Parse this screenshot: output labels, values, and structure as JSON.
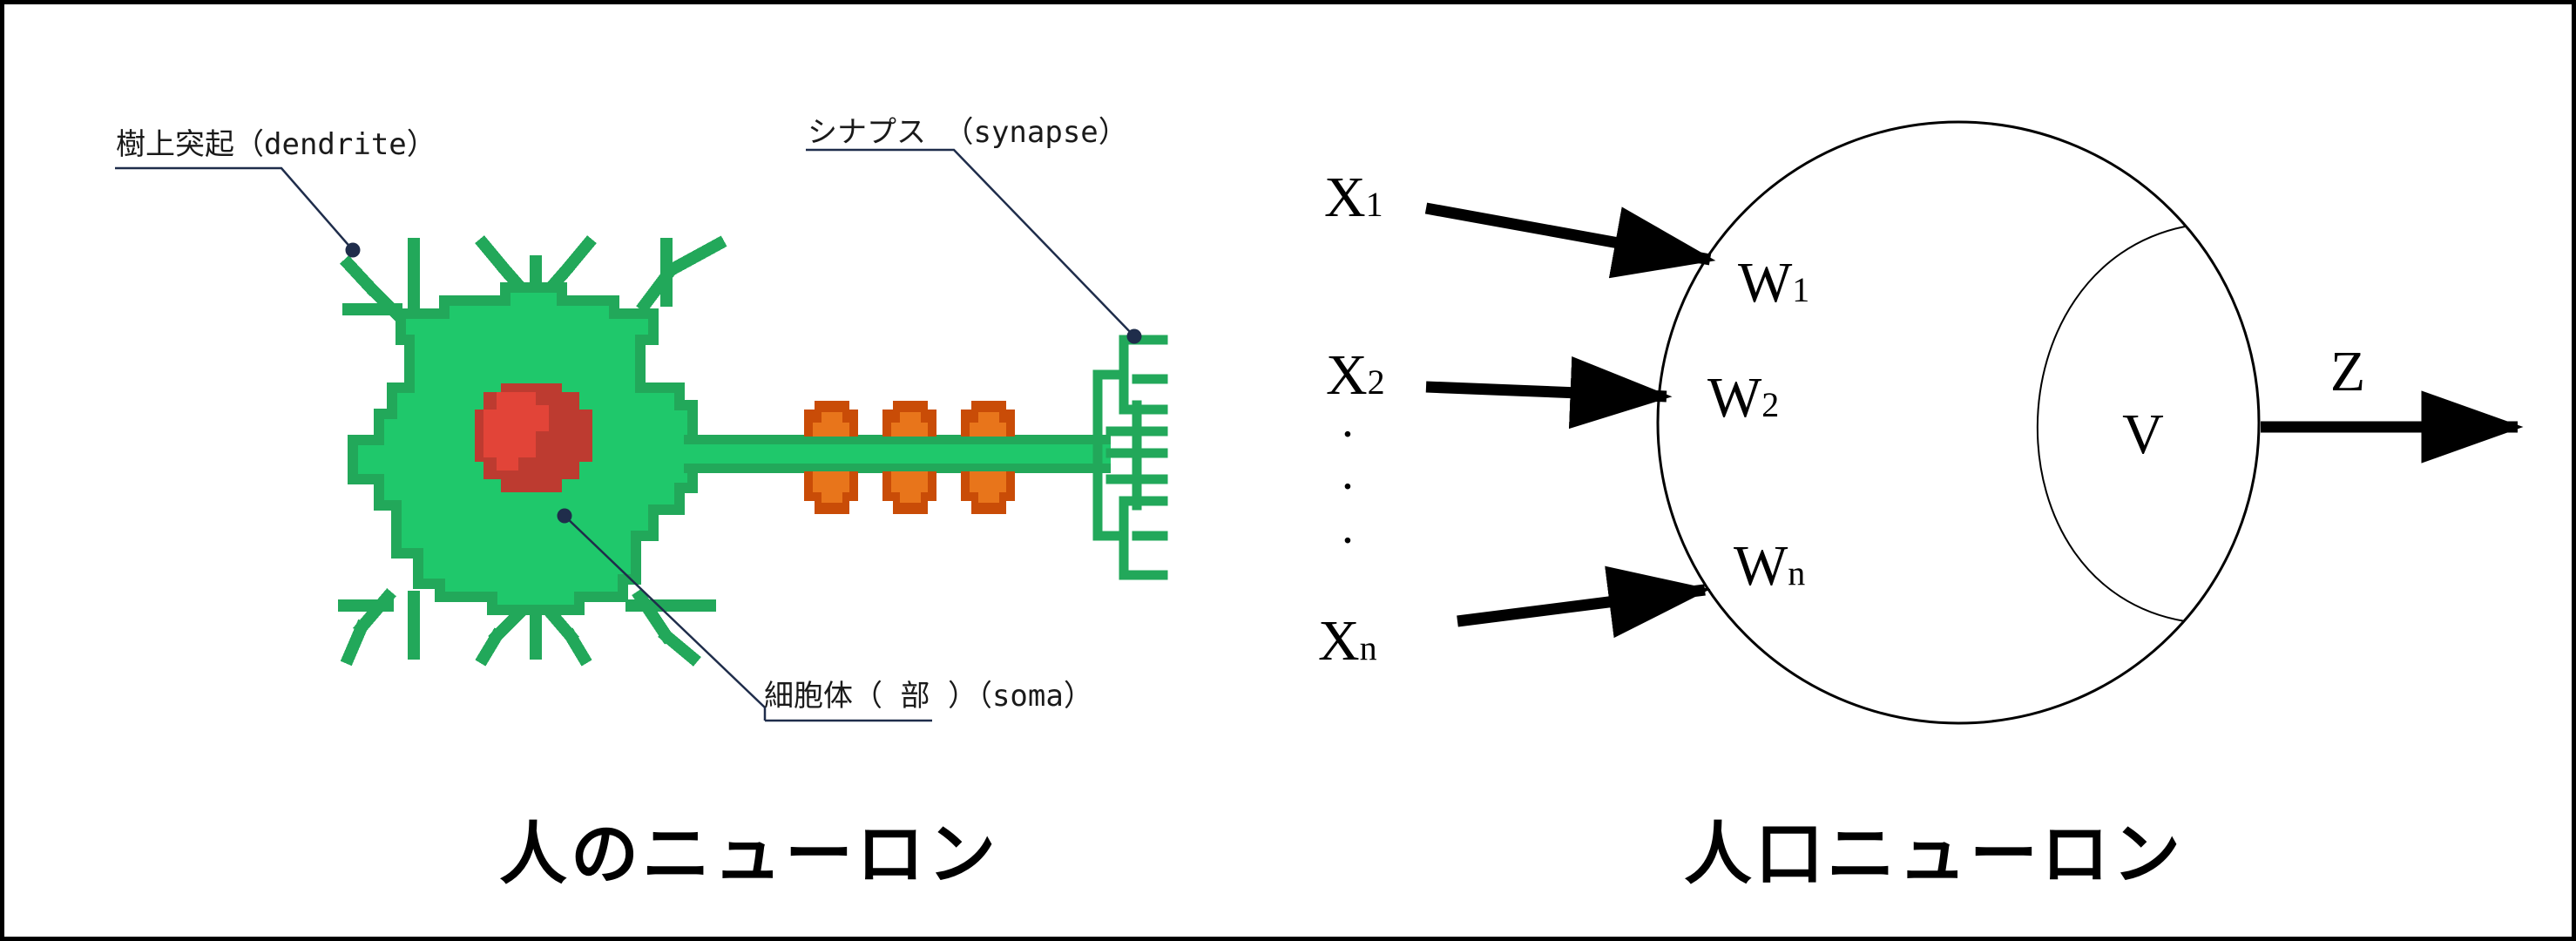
{
  "colors": {
    "cell": "#1fc86b",
    "cell_edge": "#22a85a",
    "nucleus": "#e24438",
    "nucleus_dark": "#bd3b30",
    "terminal": "#e8751b",
    "terminal_dark": "#c94c07",
    "leader": "#1f2d4b",
    "stroke": "#000000"
  },
  "bio": {
    "dendrite_label": "樹上突起（dendrite）",
    "synapse_label": "シナプス （synapse）",
    "soma_label": "細胞体（ 部 ）（soma）",
    "title": "人のニューロン"
  },
  "artificial": {
    "inputs": [
      {
        "base": "X",
        "sub": "1"
      },
      {
        "base": "X",
        "sub": "2"
      },
      {
        "base": "X",
        "sub": "n"
      }
    ],
    "ellipsis": [
      "·",
      "·",
      "·"
    ],
    "weights": [
      {
        "base": "W",
        "sub": "1"
      },
      {
        "base": "W",
        "sub": "2"
      },
      {
        "base": "W",
        "sub": "n"
      }
    ],
    "v_label": "V",
    "output_label": "Z",
    "title": "人口ニューロン"
  },
  "icons": {
    "neuron": "pixel-neuron-icon"
  }
}
